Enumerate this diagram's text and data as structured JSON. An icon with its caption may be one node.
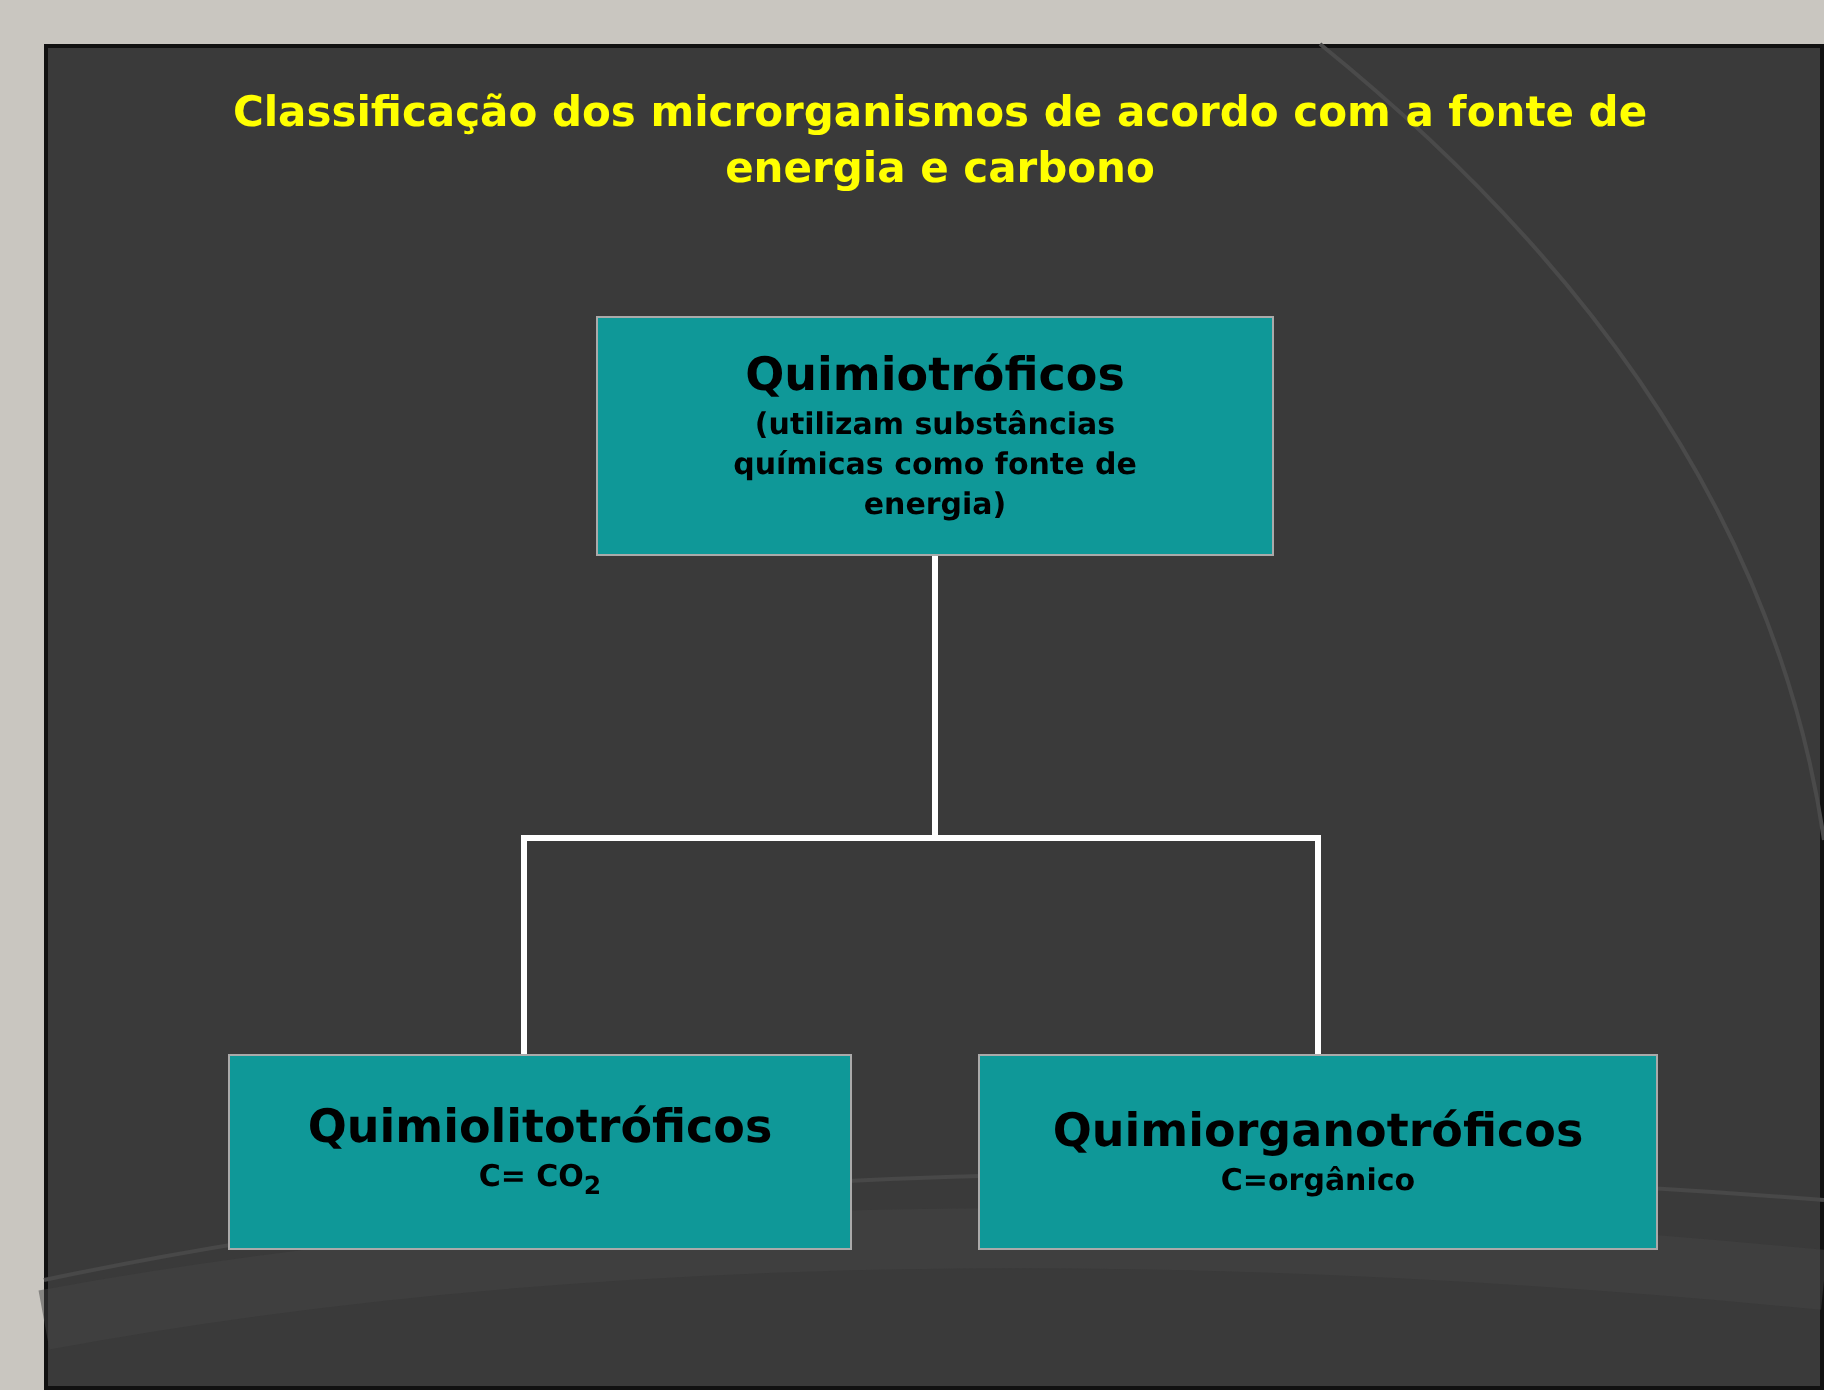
{
  "diagram": {
    "title": "Classificação dos microrganismos de acordo com a fonte de energia e carbono",
    "nodes": [
      {
        "text": [
          "Quimiotróficos",
          "(utilizam substâncias químicas como fonte de energia)"
        ]
      },
      {
        "text": [
          "Quimiolitotróficos",
          "C= CO$_{2}$"
        ]
      },
      {
        "text": [
          "Quimiorganotróficos",
          "C=orgânico"
        ]
      }
    ],
    "edges": [
      {
        "from": 0,
        "to": 1,
        "arrow": "none"
      },
      {
        "from": 0,
        "to": 2,
        "arrow": "none"
      }
    ]
  }
}
